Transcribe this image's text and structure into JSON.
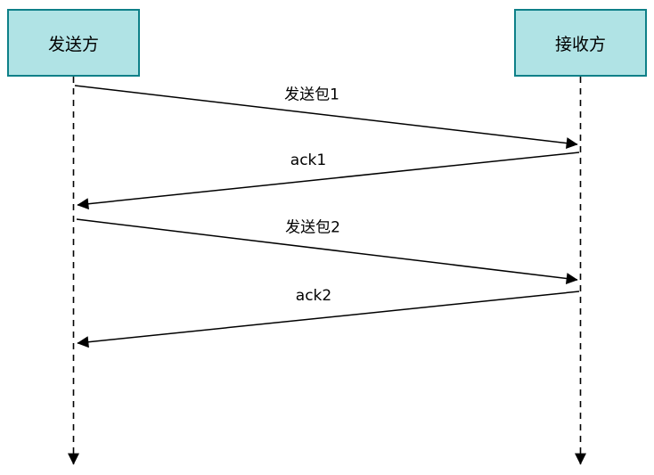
{
  "diagram": {
    "type": "sequence-diagram",
    "background_color": "#ffffff",
    "line_color": "#000000"
  },
  "actors": [
    {
      "label": "发送方",
      "role": "sender",
      "fill": "#b0e3e5",
      "border": "#0e8088"
    },
    {
      "label": "接收方",
      "role": "receiver",
      "fill": "#b0e3e5",
      "border": "#0e8088"
    }
  ],
  "messages": [
    {
      "label": "发送包1",
      "from": "sender",
      "to": "receiver",
      "direction": "right"
    },
    {
      "label": "ack1",
      "from": "receiver",
      "to": "sender",
      "direction": "left"
    },
    {
      "label": "发送包2",
      "from": "sender",
      "to": "receiver",
      "direction": "right"
    },
    {
      "label": "ack2",
      "from": "receiver",
      "to": "sender",
      "direction": "left"
    }
  ]
}
